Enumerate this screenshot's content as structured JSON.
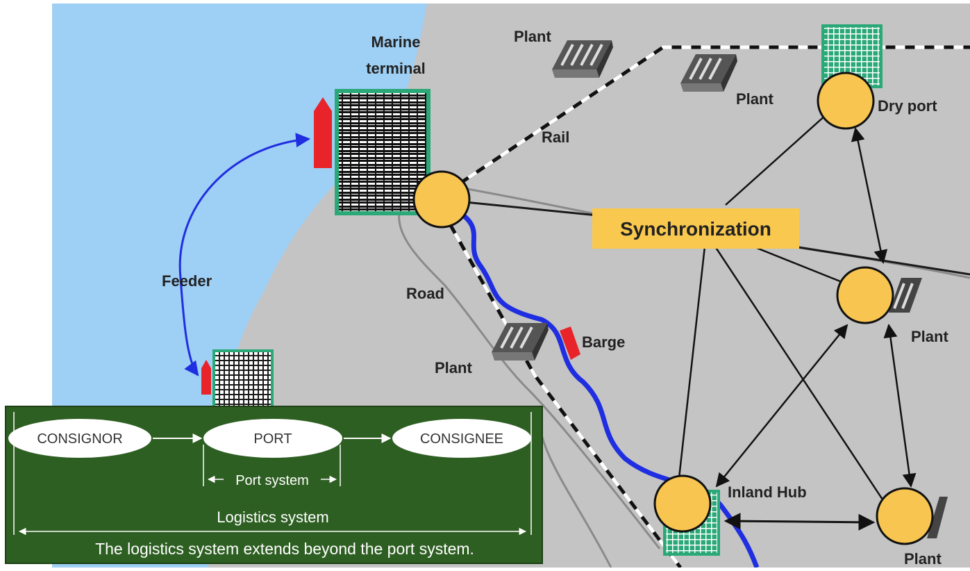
{
  "map": {
    "labels": {
      "marine_terminal_line1": "Marine",
      "marine_terminal_line2": "terminal",
      "plant_top_left": "Plant",
      "plant_top_mid": "Plant",
      "dry_port": "Dry port",
      "rail": "Rail",
      "feeder": "Feeder",
      "road": "Road",
      "plant_mid": "Plant",
      "barge": "Barge",
      "plant_right": "Plant",
      "inland_hub": "Inland Hub",
      "plant_bottom": "Plant",
      "synchronization": "Synchronization"
    },
    "colors": {
      "sea": "#9ecff5",
      "land": "#c4c4c4",
      "terminal": "#2aa877",
      "node": "#f7c550",
      "sync_box": "#f9c84e",
      "ship": "#e8232a",
      "barge_route": "#1f2ee0",
      "legend_bg": "#2e5f22"
    }
  },
  "legend": {
    "consignor": "CONSIGNOR",
    "port": "PORT",
    "consignee": "CONSIGNEE",
    "port_system": "Port system",
    "logistics_system": "Logistics system",
    "caption": "The logistics system extends beyond the port system."
  }
}
